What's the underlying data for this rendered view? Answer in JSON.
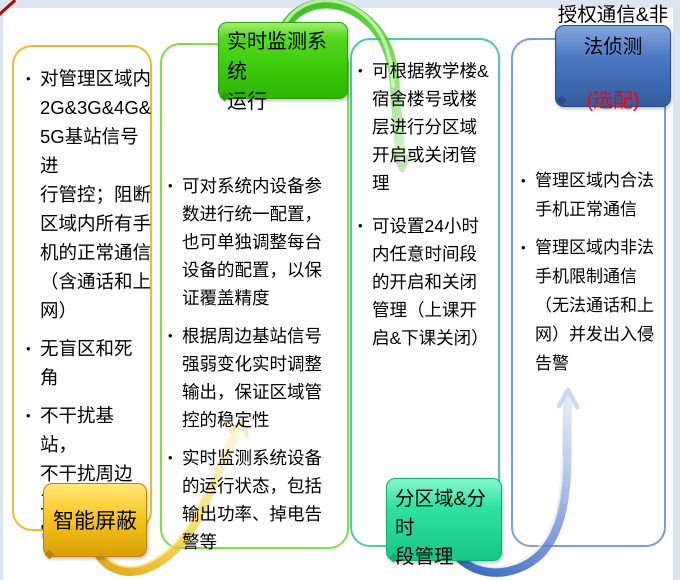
{
  "slide": {
    "bullet_char": "•",
    "columns": [
      {
        "id": "smart-shielding",
        "label": "智能屏蔽",
        "bullets": [
          "对管理区域内\n2G&3G&4G&\n5G基站信号进\n行管控；阻断\n区域内所有手\n机的正常通信\n（含通话和上\n网）",
          "无盲区和死角",
          "不干扰基站，\n不干扰周边正\n常通信"
        ]
      },
      {
        "id": "realtime-monitoring",
        "label": "实时监测系统\n运行",
        "bullets": [
          "可对系统内设备参\n数进行统一配置，\n也可单独调整每台\n设备的配置，以保\n证覆盖精度",
          "根据周边基站信号\n强弱变化实时调整\n输出，保证区域管\n控的稳定性",
          "实时监测系统设备\n的运行状态，包括\n输出功率、掉电告\n警等"
        ]
      },
      {
        "id": "zone-and-time-management",
        "label": "分区域&分时\n段管理",
        "bullets": [
          "可根据教学楼&\n宿舍楼号或楼\n层进行分区域\n开启或关闭管\n理",
          "可设置24小时\n内任意时间段\n的开启和关闭\n管理（上课开\n启&下课关闭）"
        ]
      },
      {
        "id": "authorized-communication-detection",
        "label": "授权通信&非\n法侦测",
        "sublabel": "(选配)",
        "bullets": [
          "管理区域内合法\n手机正常通信",
          "管理区域内非法\n手机限制通信\n（无法通话和上\n网）并发出入侵\n告警"
        ]
      }
    ],
    "colors": {
      "panel1_border": "#EFBA2D",
      "panel2_border": "#7FDD4A",
      "panel3_border": "#4EC9A6",
      "panel4_border": "#7D9ED8",
      "label_green": "#3ECB0C",
      "label_yellow": "#F7C71E",
      "label_teal": "#2FE2A4",
      "label_blue": "#4A78C2",
      "optional_text_red": "#FF0000",
      "arrow_green": "#3CC41A",
      "arrow_yellow": "#E8B019",
      "arrow_blue": "#3A6CC8",
      "edge_strip": "#DCE6F2"
    }
  }
}
